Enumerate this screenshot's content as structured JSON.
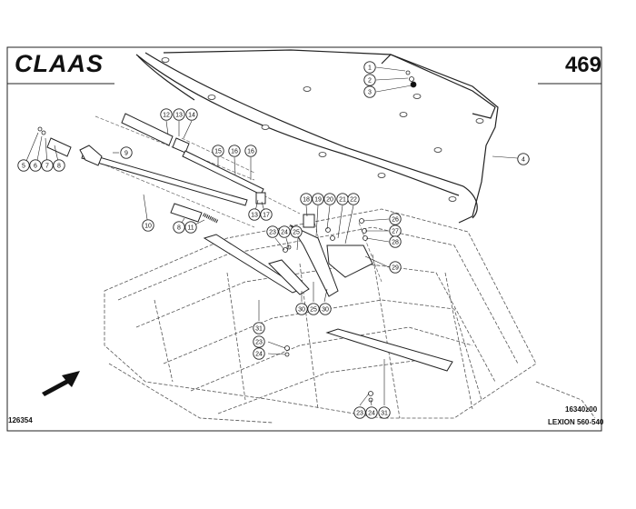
{
  "header": {
    "brand": "CLAAS",
    "page_number": "469"
  },
  "footer": {
    "drawing_ref": "126354",
    "figure_ref": "16340z00",
    "model": "LEXION 560-540"
  },
  "callouts": [
    {
      "id": "c1",
      "label": "1"
    },
    {
      "id": "c2",
      "label": "2"
    },
    {
      "id": "c3",
      "label": "3"
    },
    {
      "id": "c4",
      "label": "4"
    },
    {
      "id": "c5",
      "label": "5"
    },
    {
      "id": "c6",
      "label": "6"
    },
    {
      "id": "c7",
      "label": "7"
    },
    {
      "id": "c8",
      "label": "8"
    },
    {
      "id": "c9",
      "label": "9"
    },
    {
      "id": "c10",
      "label": "10"
    },
    {
      "id": "c8b",
      "label": "8"
    },
    {
      "id": "c11",
      "label": "11"
    },
    {
      "id": "c12",
      "label": "12"
    },
    {
      "id": "c13",
      "label": "13"
    },
    {
      "id": "c14",
      "label": "14"
    },
    {
      "id": "c15",
      "label": "15"
    },
    {
      "id": "c16",
      "label": "16"
    },
    {
      "id": "c16b",
      "label": "16"
    },
    {
      "id": "c13b",
      "label": "13"
    },
    {
      "id": "c17",
      "label": "17"
    },
    {
      "id": "c18",
      "label": "18"
    },
    {
      "id": "c19",
      "label": "19"
    },
    {
      "id": "c20",
      "label": "20"
    },
    {
      "id": "c21",
      "label": "21"
    },
    {
      "id": "c22",
      "label": "22"
    },
    {
      "id": "c23",
      "label": "23"
    },
    {
      "id": "c24",
      "label": "24"
    },
    {
      "id": "c25",
      "label": "25"
    },
    {
      "id": "c26",
      "label": "26"
    },
    {
      "id": "c27",
      "label": "27"
    },
    {
      "id": "c28",
      "label": "28"
    },
    {
      "id": "c29",
      "label": "29"
    },
    {
      "id": "c30",
      "label": "30"
    },
    {
      "id": "c25b",
      "label": "25"
    },
    {
      "id": "c30b",
      "label": "30"
    },
    {
      "id": "c31",
      "label": "31"
    },
    {
      "id": "c23b",
      "label": "23"
    },
    {
      "id": "c24b",
      "label": "24"
    },
    {
      "id": "c23c",
      "label": "23"
    },
    {
      "id": "c24c",
      "label": "24"
    },
    {
      "id": "c31b",
      "label": "31"
    }
  ]
}
